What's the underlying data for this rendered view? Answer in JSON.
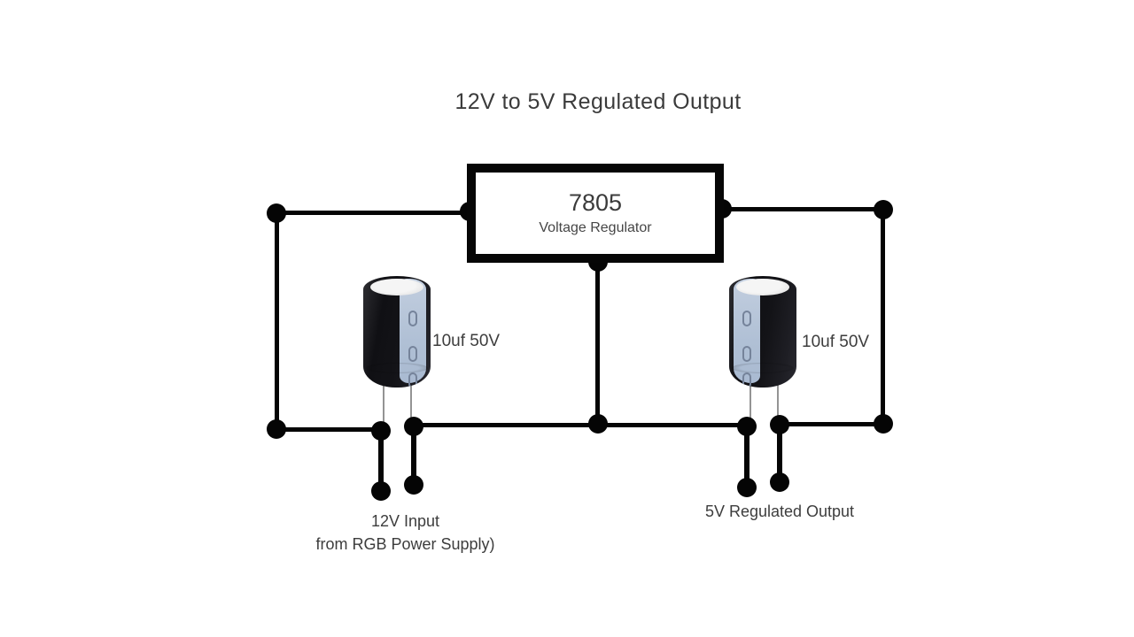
{
  "title": "12V to 5V Regulated Output",
  "regulator": {
    "part_number": "7805",
    "part_name": "Voltage Regulator"
  },
  "capacitors": {
    "left": {
      "label": "10uf 50V"
    },
    "right": {
      "label": "10uf 50V"
    }
  },
  "terminals": {
    "input": {
      "line1": "12V Input",
      "line2": "from RGB Power Supply)"
    },
    "output": {
      "label": "5V Regulated Output"
    }
  },
  "colors": {
    "background": "#ffffff",
    "wire": "#050505",
    "text": "#3d3d3d",
    "regulator_border": "#060606",
    "capacitor_body": "#141418",
    "capacitor_stripe": "#b3c1d6",
    "capacitor_top": "#ececec",
    "polarity_mark": "#75839a"
  }
}
